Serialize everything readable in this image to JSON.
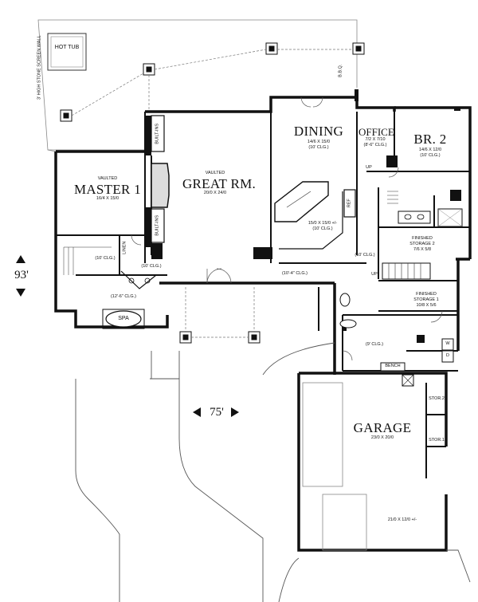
{
  "rooms": {
    "hot_tub": "HOT TUB",
    "stone_wall": "3' HIGH STONE SCREEN WALL",
    "bbq": "B.B.Q.",
    "built_ins_upper": "BUILT-INS",
    "built_ins_lower": "BUILT-INS",
    "master_vaulted": "VAULTED",
    "master_name": "MASTER 1",
    "master_dims": "16/4 X 15/0",
    "great_vaulted": "VAULTED",
    "great_name": "GREAT RM.",
    "great_dims": "20/0 X 24/0",
    "dining_name": "DINING",
    "dining_dims": "14/6 X 15/0",
    "dining_clg": "(10' CLG.)",
    "office_name": "OFFICE",
    "office_dims": "7/2 X 7/10",
    "office_clg": "(8'-6\" CLG.)",
    "br2_name": "BR. 2",
    "br2_dims": "14/6 X 12/0",
    "br2_clg": "(10' CLG.)",
    "up_upper": "UP",
    "kitchen_dims": "15/0 X 15/0 +/-",
    "kitchen_clg": "(10' CLG.)",
    "ref": "REF",
    "linen": "LINEN",
    "clg_10_a": "(10' CLG.)",
    "clg_10_b": "(10' CLG.)",
    "clg_10_c": "(10' CLG.)",
    "clg_12_6": "(12'-6\" CLG.)",
    "clg_10_4": "(10'-4\" CLG.)",
    "clg_9": "(9' CLG.)",
    "spa": "SPA",
    "fs2_name": "FINISHED",
    "fs2_sub": "STORAGE 2",
    "fs2_dims": "7/6 X 5/8",
    "fs1_name": "FINISHED",
    "fs1_sub": "STORAGE 1",
    "fs1_dims": "10/8 X 5/6",
    "up_lower": "UP",
    "bench": "BENCH",
    "stor2": "STOR.2",
    "stor1": "STOR.1",
    "garage_name": "GARAGE",
    "garage_dims": "23/0 X 20/0",
    "garage_dims2": "21/0 X 12/0 +/-",
    "washer": "W",
    "dryer": "D"
  },
  "dimensions": {
    "depth": "93'",
    "width": "75'"
  },
  "colors": {
    "wall": "#111111",
    "line": "#333333",
    "light": "#888888",
    "background": "#ffffff"
  }
}
